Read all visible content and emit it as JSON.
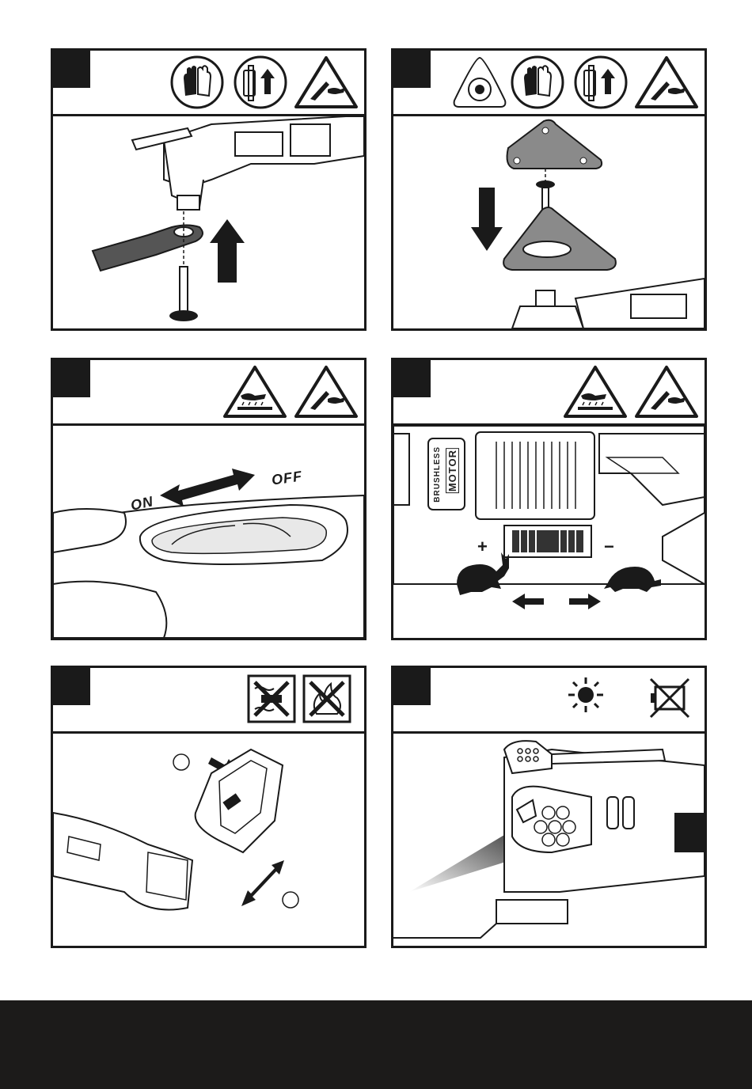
{
  "panels": [
    {
      "id": 1,
      "icons": [
        "gloves-icon",
        "lock-lever-up-icon",
        "cut-hazard-warning-icon"
      ]
    },
    {
      "id": 2,
      "icons": [
        "sanding-pad-icon",
        "gloves-icon",
        "lock-lever-up-icon",
        "cut-hazard-warning-icon"
      ]
    },
    {
      "id": 3,
      "icons": [
        "hot-surface-warning-icon",
        "cut-hazard-warning-icon"
      ],
      "switch": {
        "on_label": "ON",
        "off_label": "OFF"
      }
    },
    {
      "id": 4,
      "icons": [
        "hot-surface-warning-icon",
        "cut-hazard-warning-icon"
      ],
      "motor": {
        "line1": "BRUSHLESS",
        "line2": "MOTOR"
      },
      "speed": {
        "plus": "+",
        "minus": "−"
      }
    },
    {
      "id": 5,
      "icons": [
        "no-water-disposal-icon",
        "no-fire-disposal-icon"
      ]
    },
    {
      "id": 6,
      "icons": [
        "led-sun-icon",
        "battery-crossed-icon"
      ]
    }
  ],
  "colors": {
    "ink": "#1a1a1a",
    "footer": "#1c1b1a",
    "pad_gray": "#8a8a8a"
  }
}
